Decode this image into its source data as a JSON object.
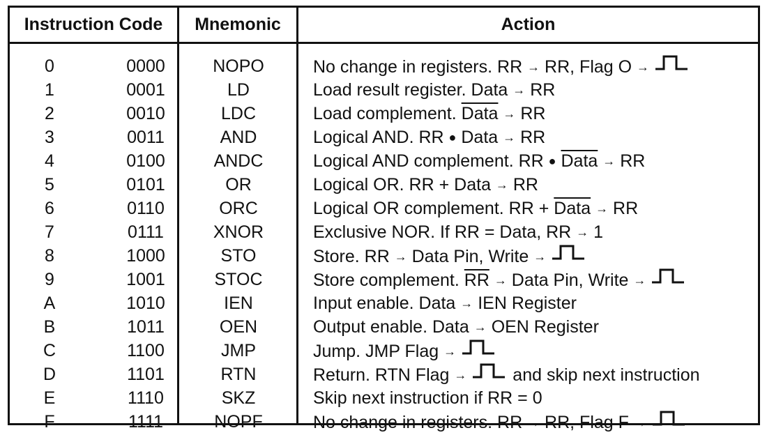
{
  "headers": {
    "instruction_code": "Instruction Code",
    "mnemonic": "Mnemonic",
    "action": "Action"
  },
  "rows": [
    {
      "hex": "0",
      "bin": "0000",
      "mnem": "NOPO",
      "a1": "No change in registers. RR",
      "a2": "RR, Flag O"
    },
    {
      "hex": "1",
      "bin": "0001",
      "mnem": "LD",
      "a1": "Load result register. Data",
      "a2": "RR"
    },
    {
      "hex": "2",
      "bin": "0010",
      "mnem": "LDC",
      "a1": "Load complement.",
      "ov": "Data",
      "a2": "RR"
    },
    {
      "hex": "3",
      "bin": "0011",
      "mnem": "AND",
      "a1": "Logical AND. RR",
      "a2": "Data",
      "a3": "RR"
    },
    {
      "hex": "4",
      "bin": "0100",
      "mnem": "ANDC",
      "a1": "Logical AND complement. RR",
      "ov": "Data",
      "a2": "RR"
    },
    {
      "hex": "5",
      "bin": "0101",
      "mnem": "OR",
      "a1": "Logical OR. RR + Data",
      "a2": "RR"
    },
    {
      "hex": "6",
      "bin": "0110",
      "mnem": "ORC",
      "a1": "Logical OR complement. RR +",
      "ov": "Data",
      "a2": "RR"
    },
    {
      "hex": "7",
      "bin": "0111",
      "mnem": "XNOR",
      "a1": "Exclusive NOR. If RR = Data, RR",
      "a2": "1"
    },
    {
      "hex": "8",
      "bin": "1000",
      "mnem": "STO",
      "a1": "Store. RR",
      "a2": "Data Pin, Write"
    },
    {
      "hex": "9",
      "bin": "1001",
      "mnem": "STOC",
      "a1": "Store complement.",
      "ov": "RR",
      "a2": "Data Pin, Write"
    },
    {
      "hex": "A",
      "bin": "1010",
      "mnem": "IEN",
      "a1": "Input enable. Data",
      "a2": "IEN Register"
    },
    {
      "hex": "B",
      "bin": "1011",
      "mnem": "OEN",
      "a1": "Output enable. Data",
      "a2": "OEN Register"
    },
    {
      "hex": "C",
      "bin": "1100",
      "mnem": "JMP",
      "a1": "Jump. JMP Flag"
    },
    {
      "hex": "D",
      "bin": "1101",
      "mnem": "RTN",
      "a1": "Return. RTN Flag",
      "a2": "and skip next instruction"
    },
    {
      "hex": "E",
      "bin": "1110",
      "mnem": "SKZ",
      "a1": "Skip next instruction if RR = 0"
    },
    {
      "hex": "F",
      "bin": "1111",
      "mnem": "NOPF",
      "a1": "No change in registers. RR",
      "a2": "RR, Flag F"
    }
  ],
  "symbols": {
    "arrow": "→",
    "dot": "●"
  },
  "icons": {
    "arrow": "right-arrow-icon",
    "pulse": "pulse-waveform-icon",
    "dot": "bullet-and-icon"
  }
}
